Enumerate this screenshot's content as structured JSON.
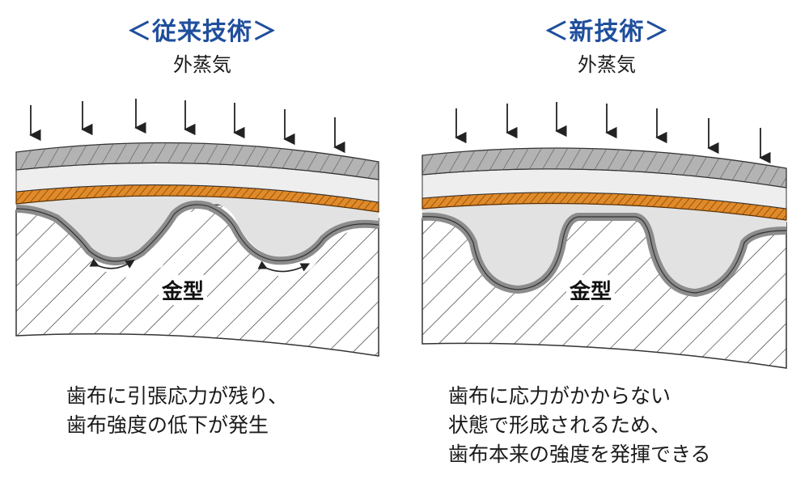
{
  "left_panel": {
    "title": "＜従来技術＞",
    "subtitle": "外蒸気",
    "mold_label": "金型",
    "caption_lines": [
      "歯布に引張応力が残り、",
      "歯布強度の低下が発生"
    ]
  },
  "right_panel": {
    "title": "＜新技術＞",
    "subtitle": "外蒸気",
    "mold_label": "金型",
    "caption_lines": [
      "歯布に応力がかからない",
      "状態で形成されるため、",
      "歯布本来の強度を発揮できる"
    ]
  },
  "colors": {
    "title_blue": "#1f4f9c",
    "fabric_orange": "#e08a2a",
    "outer_gray": "#b3b3b3",
    "inner_light_gray": "#e2e2e2",
    "fabric_gray": "#8c8c8c"
  }
}
